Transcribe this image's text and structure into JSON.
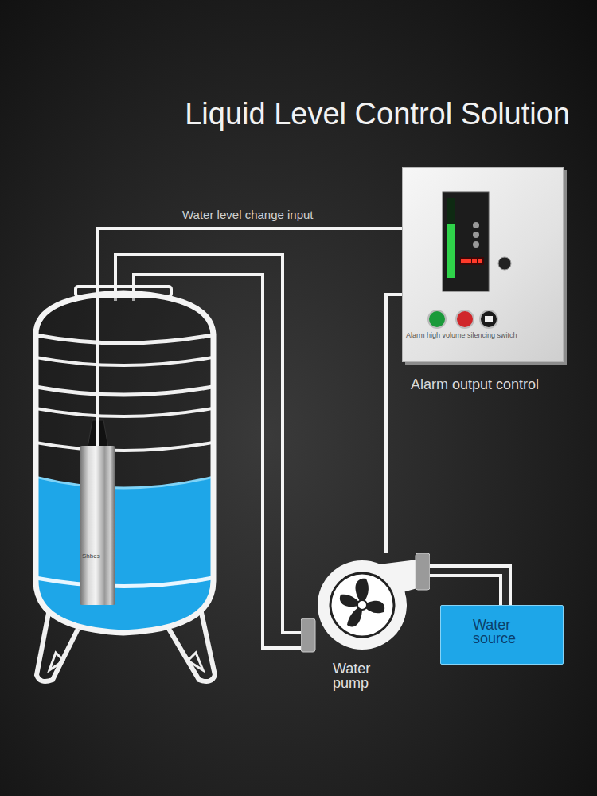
{
  "diagram": {
    "title": "Liquid Level Control Solution",
    "nodes": [
      {
        "text": [
          "Alarm high volume silencing switch",
          "Alarm output control"
        ]
      },
      {
        "text": [
          "Shbes"
        ]
      },
      {
        "text": [
          "Water pump"
        ]
      },
      {
        "text": [
          "Water source"
        ]
      }
    ],
    "edges": [
      {
        "from": 1,
        "to": 0,
        "label": "Water level change input",
        "arrow": "none"
      },
      {
        "from": 0,
        "to": 2,
        "arrow": "none"
      },
      {
        "from": 2,
        "to": 3,
        "arrow": "none"
      }
    ]
  }
}
